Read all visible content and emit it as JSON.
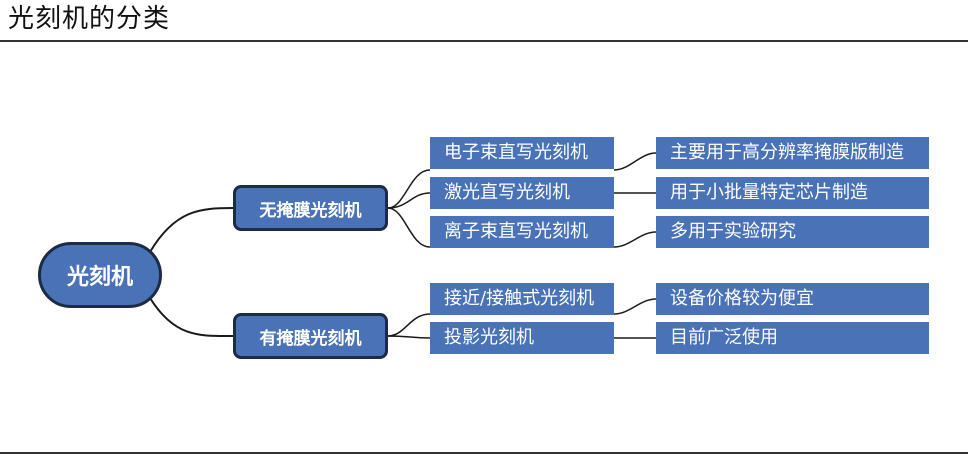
{
  "title": "光刻机的分类",
  "root": {
    "label": "光刻机"
  },
  "branches": [
    {
      "label": "无掩膜光刻机",
      "items": [
        {
          "name": "电子束直写光刻机",
          "desc": "主要用于高分辨率掩膜版制造"
        },
        {
          "name": "激光直写光刻机",
          "desc": "用于小批量特定芯片制造"
        },
        {
          "name": "离子束直写光刻机",
          "desc": "多用于实验研究"
        }
      ]
    },
    {
      "label": "有掩膜光刻机",
      "items": [
        {
          "name": "接近/接触式光刻机",
          "desc": "设备价格较为便宜"
        },
        {
          "name": "投影光刻机",
          "desc": "目前广泛使用"
        }
      ]
    }
  ],
  "colors": {
    "node_fill": "#4a72b6",
    "node_border": "#1d2b44",
    "line": "#1a1a1a"
  }
}
